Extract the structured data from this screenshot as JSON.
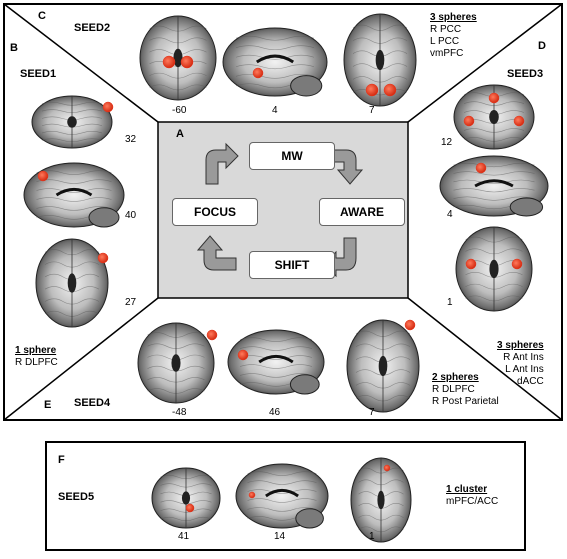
{
  "panels": {
    "A": "A",
    "B": "B",
    "C": "C",
    "D": "D",
    "E": "E",
    "F": "F"
  },
  "cycle": {
    "mw": "MW",
    "aware": "AWARE",
    "shift": "SHIFT",
    "focus": "FOCUS"
  },
  "seed1": {
    "title": "SEED1",
    "slices": [
      "32",
      "40",
      "27"
    ],
    "summary_title": "1 sphere",
    "regions": [
      "R DLPFC"
    ]
  },
  "seed2": {
    "title": "SEED2",
    "slices": [
      "-60",
      "4",
      "7"
    ],
    "summary_title": "3 spheres",
    "regions": [
      "R PCC",
      "L PCC",
      "vmPFC"
    ]
  },
  "seed3": {
    "title": "SEED3",
    "slices": [
      "12",
      "4",
      "1"
    ],
    "summary_title": "3 spheres",
    "regions": [
      "R Ant Ins",
      "L Ant Ins",
      "dACC"
    ]
  },
  "seed4": {
    "title": "SEED4",
    "slices": [
      "-48",
      "46",
      "7"
    ],
    "summary_title": "2 spheres",
    "regions": [
      "R DLPFC",
      "R Post Parietal"
    ]
  },
  "seed5": {
    "title": "SEED5",
    "slices": [
      "41",
      "14",
      "1"
    ],
    "summary_title": "1 cluster",
    "regions": [
      "mPFC/ACC"
    ]
  },
  "colors": {
    "sphere": "#e8341c",
    "center_panel": "#d9d9d9",
    "frame": "#000000"
  }
}
